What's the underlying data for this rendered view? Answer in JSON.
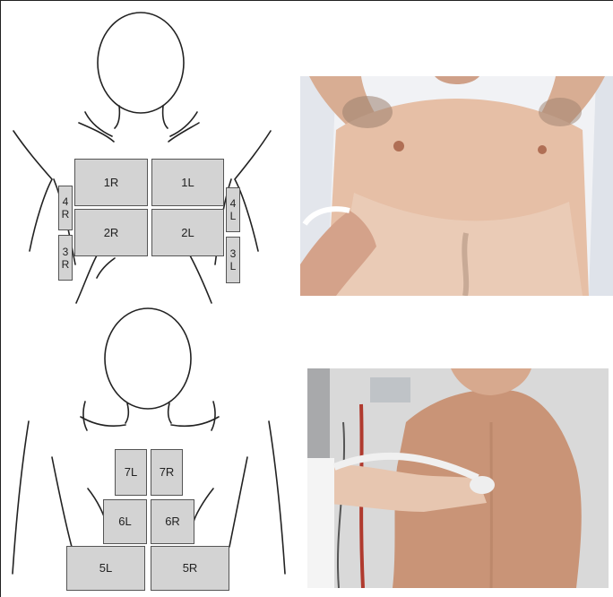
{
  "colors": {
    "zone_fill": "#d3d3d3",
    "zone_border": "#555555",
    "outline": "#222222",
    "skin": "#e2b9a0",
    "bed_sheet": "#f1f2f5",
    "room_wall": "#d9d9d9"
  },
  "front": {
    "zones": {
      "z1R": "1R",
      "z1L": "1L",
      "z2R": "2R",
      "z2L": "2L",
      "z4R": "4\nR",
      "z3R": "3\nR",
      "z4L": "4\nL",
      "z3L": "3\nL"
    }
  },
  "back": {
    "zones": {
      "z7L": "7L",
      "z7R": "7R",
      "z6L": "6L",
      "z6R": "6R",
      "z5L": "5L",
      "z5R": "5R"
    }
  },
  "photos": {
    "front_photo_icon": "supine-chest-ultrasound-photo",
    "back_photo_icon": "back-ultrasound-photo"
  }
}
